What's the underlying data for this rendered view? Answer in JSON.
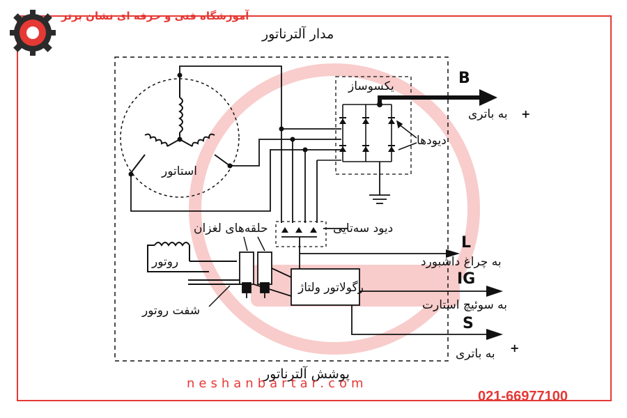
{
  "header": {
    "brand_text": "آموزشگاه فنی و حرفه ای نشان برتر",
    "title": "مدار آلترناتور"
  },
  "labels": {
    "rectifier": "یکسوساز",
    "diodes": "دیودها",
    "stator": "استاتور",
    "triple_diode": "دیود سه‌تایی",
    "slip_rings": "حلقه‌های لغزان",
    "rotor": "روتور",
    "rotor_shaft": "شفت روتور",
    "regulator": "رگولاتور ولتاژ",
    "housing": "پوشش آلترناتور"
  },
  "terminals": {
    "B": {
      "name": "B",
      "desc": "به باتری",
      "sign": "+"
    },
    "L": {
      "name": "L",
      "desc": "به چراغ داشبورد"
    },
    "IG": {
      "name": "IG",
      "desc": "به سوئیچ استارت"
    },
    "S": {
      "name": "S",
      "desc": "به باتری",
      "sign": "+"
    }
  },
  "footer": {
    "website": "neshanbartar.com",
    "phone": "021-66977100"
  },
  "colors": {
    "frame": "#e53935",
    "ink": "#111111",
    "watermark": "#f3c7c7"
  }
}
